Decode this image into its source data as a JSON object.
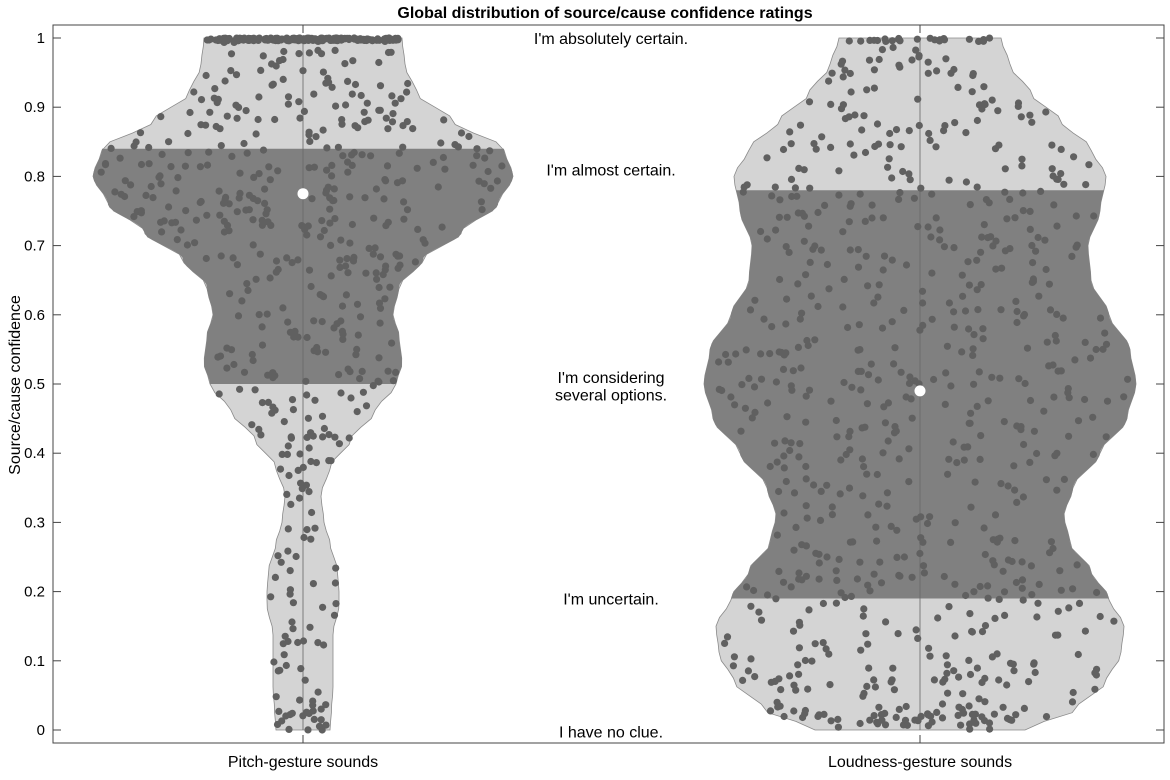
{
  "chart_data": {
    "type": "violin",
    "title": "Global distribution of source/cause confidence ratings",
    "xlabel": "",
    "ylabel": "Source/cause confidence",
    "ylim": [
      0,
      1
    ],
    "yticks": [
      0,
      0.1,
      0.2,
      0.3,
      0.4,
      0.5,
      0.6,
      0.7,
      0.8,
      0.9,
      1
    ],
    "ytick_labels": [
      "0",
      "0.1",
      "0.2",
      "0.3",
      "0.4",
      "0.5",
      "0.6",
      "0.7",
      "0.8",
      "0.9",
      "1"
    ],
    "categories": [
      "Pitch-gesture sounds",
      "Loudness-gesture sounds"
    ],
    "grid": false,
    "colors": {
      "violin": "#d4d4d4",
      "iqr": "#808080",
      "dots": "#606060",
      "median": "#ffffff",
      "axis": "#555555"
    },
    "series": [
      {
        "name": "Pitch-gesture sounds",
        "median": 0.775,
        "q1": 0.5,
        "q3": 0.84,
        "density_profile": [
          [
            0.0,
            0.09
          ],
          [
            0.03,
            0.095
          ],
          [
            0.06,
            0.1
          ],
          [
            0.1,
            0.1
          ],
          [
            0.14,
            0.1
          ],
          [
            0.18,
            0.12
          ],
          [
            0.2,
            0.12
          ],
          [
            0.23,
            0.115
          ],
          [
            0.27,
            0.09
          ],
          [
            0.3,
            0.07
          ],
          [
            0.34,
            0.06
          ],
          [
            0.38,
            0.09
          ],
          [
            0.42,
            0.16
          ],
          [
            0.46,
            0.24
          ],
          [
            0.5,
            0.31
          ],
          [
            0.53,
            0.33
          ],
          [
            0.57,
            0.32
          ],
          [
            0.6,
            0.3
          ],
          [
            0.64,
            0.32
          ],
          [
            0.68,
            0.4
          ],
          [
            0.72,
            0.53
          ],
          [
            0.76,
            0.65
          ],
          [
            0.8,
            0.7
          ],
          [
            0.84,
            0.67
          ],
          [
            0.88,
            0.5
          ],
          [
            0.92,
            0.38
          ],
          [
            0.96,
            0.34
          ],
          [
            1.0,
            0.33
          ]
        ]
      },
      {
        "name": "Loudness-gesture sounds",
        "median": 0.49,
        "q1": 0.19,
        "q3": 0.78,
        "density_profile": [
          [
            0.0,
            0.35
          ],
          [
            0.03,
            0.52
          ],
          [
            0.07,
            0.62
          ],
          [
            0.11,
            0.67
          ],
          [
            0.15,
            0.68
          ],
          [
            0.19,
            0.63
          ],
          [
            0.23,
            0.57
          ],
          [
            0.27,
            0.5
          ],
          [
            0.31,
            0.48
          ],
          [
            0.35,
            0.51
          ],
          [
            0.4,
            0.6
          ],
          [
            0.45,
            0.69
          ],
          [
            0.5,
            0.72
          ],
          [
            0.55,
            0.7
          ],
          [
            0.6,
            0.63
          ],
          [
            0.65,
            0.57
          ],
          [
            0.7,
            0.56
          ],
          [
            0.75,
            0.6
          ],
          [
            0.8,
            0.62
          ],
          [
            0.84,
            0.57
          ],
          [
            0.88,
            0.47
          ],
          [
            0.92,
            0.37
          ],
          [
            0.96,
            0.3
          ],
          [
            1.0,
            0.27
          ]
        ]
      }
    ],
    "annotations": [
      {
        "text": "I'm absolutely certain.",
        "y": 1.0
      },
      {
        "text": "I'm almost certain.",
        "y": 0.81
      },
      {
        "text": "I'm considering",
        "y": 0.51
      },
      {
        "text": "several options.",
        "y": 0.485
      },
      {
        "text": "I'm uncertain.",
        "y": 0.19
      },
      {
        "text": "I have no clue.",
        "y": -0.002
      }
    ]
  }
}
